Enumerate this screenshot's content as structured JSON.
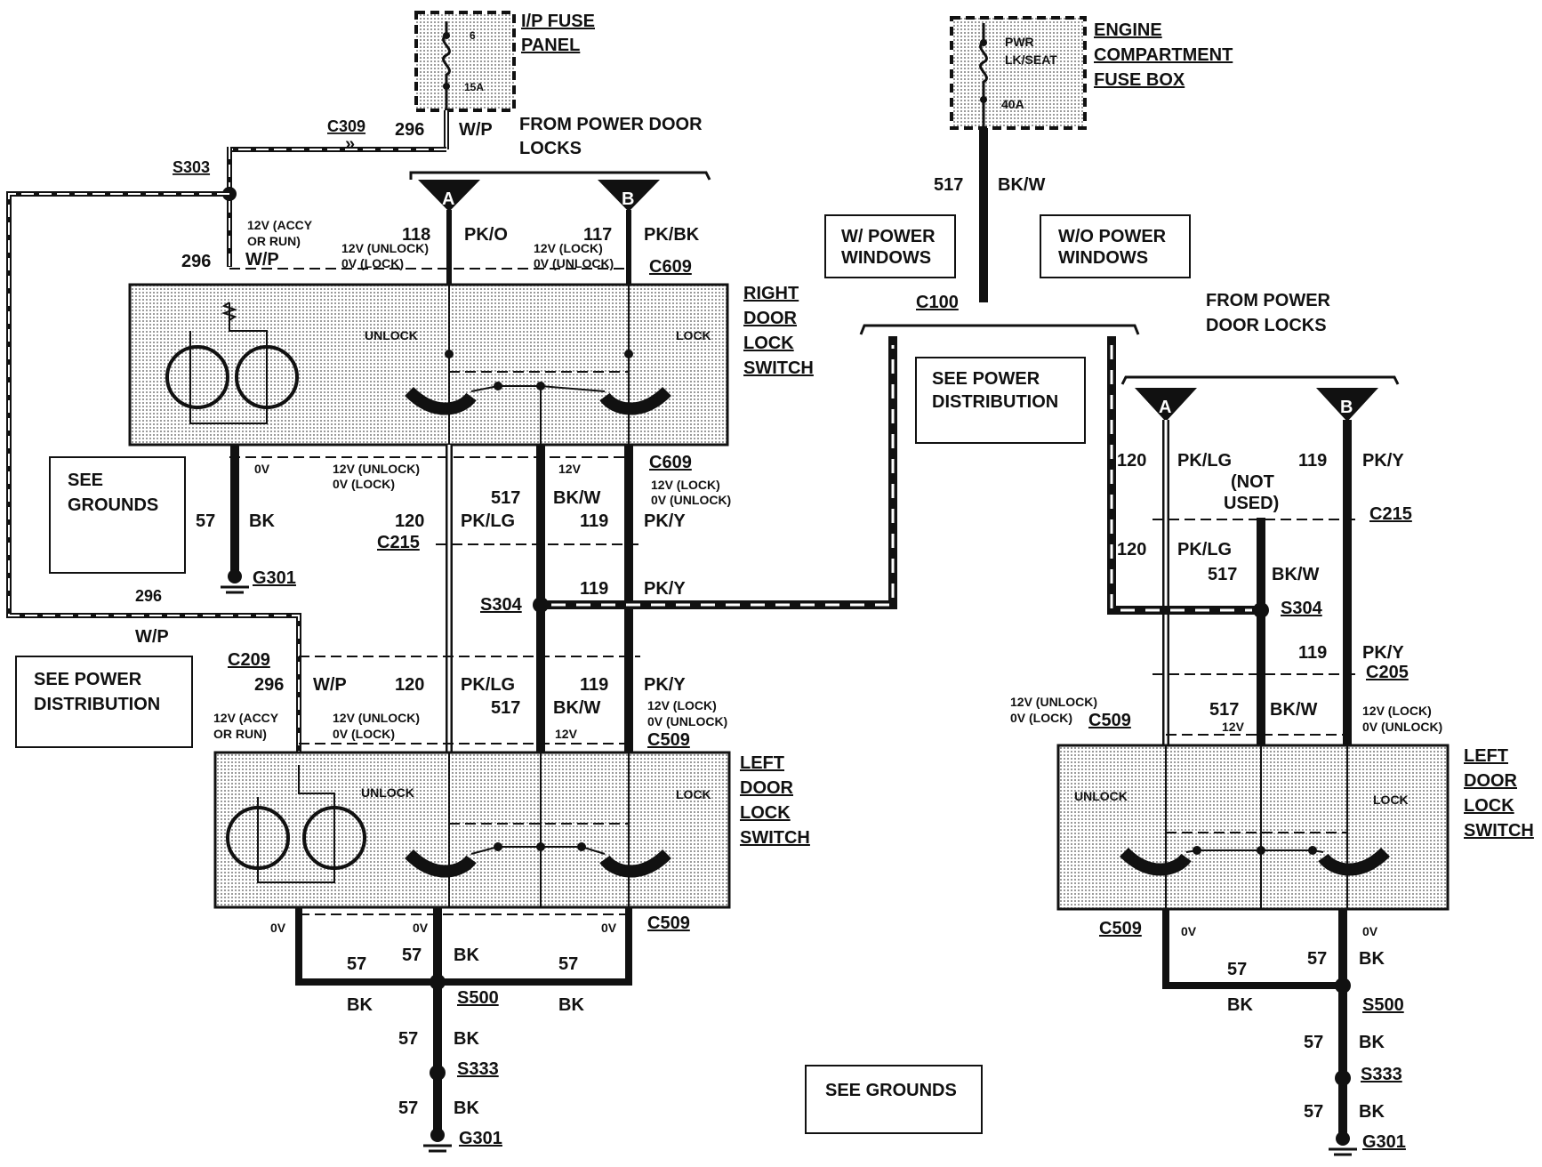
{
  "ip_fuse_panel": {
    "title_line1": "I/P FUSE",
    "title_line2": "PANEL",
    "fuse_num": "6",
    "fuse_rating": "15A"
  },
  "engine_fuse_box": {
    "title_line1": "ENGINE",
    "title_line2": "COMPARTMENT",
    "title_line3": "FUSE BOX",
    "fuse_line1": "PWR",
    "fuse_line2": "LK/SEAT",
    "fuse_rating": "40A"
  },
  "connectors": {
    "c309": "C309",
    "s303": "S303",
    "c609": "C609",
    "c215": "C215",
    "s304": "S304",
    "c209": "C209",
    "c509": "C509",
    "s500": "S500",
    "s333": "S333",
    "g301": "G301",
    "c100": "C100",
    "c205": "C205"
  },
  "wires": {
    "w296": "296",
    "wp": "W/P",
    "w118": "118",
    "pko": "PK/O",
    "w117": "117",
    "pkbk": "PK/BK",
    "w517": "517",
    "bkw": "BK/W",
    "w120": "120",
    "pklg": "PK/LG",
    "w119": "119",
    "pky": "PK/Y",
    "w57": "57",
    "bk": "BK"
  },
  "voltages": {
    "accy_1": "12V (ACCY",
    "accy_2": "OR RUN)",
    "unlock_1": "12V (UNLOCK)",
    "unlock_2": "0V (LOCK)",
    "lock_1": "12V (LOCK)",
    "lock_2": "0V (UNLOCK)",
    "v0": "0V",
    "v12": "12V"
  },
  "labels": {
    "from_pdl_1": "FROM POWER DOOR",
    "from_pdl_2": "LOCKS",
    "from_pdl_r1": "FROM POWER",
    "from_pdl_r2": "DOOR LOCKS",
    "marker_a": "A",
    "marker_b": "B",
    "w_power_1": "W/ POWER",
    "w_power_2": "WINDOWS",
    "wo_power_1": "W/O POWER",
    "wo_power_2": "WINDOWS",
    "see_grounds_1": "SEE",
    "see_grounds_2": "GROUNDS",
    "see_grounds": "SEE GROUNDS",
    "see_power_1": "SEE POWER",
    "see_power_2": "DISTRIBUTION",
    "not_used_1": "(NOT",
    "not_used_2": "USED)",
    "unlock": "UNLOCK",
    "lock": "LOCK"
  },
  "switches": {
    "right": [
      "RIGHT",
      "DOOR",
      "LOCK",
      "SWITCH"
    ],
    "left": [
      "LEFT",
      "DOOR",
      "LOCK",
      "SWITCH"
    ]
  }
}
